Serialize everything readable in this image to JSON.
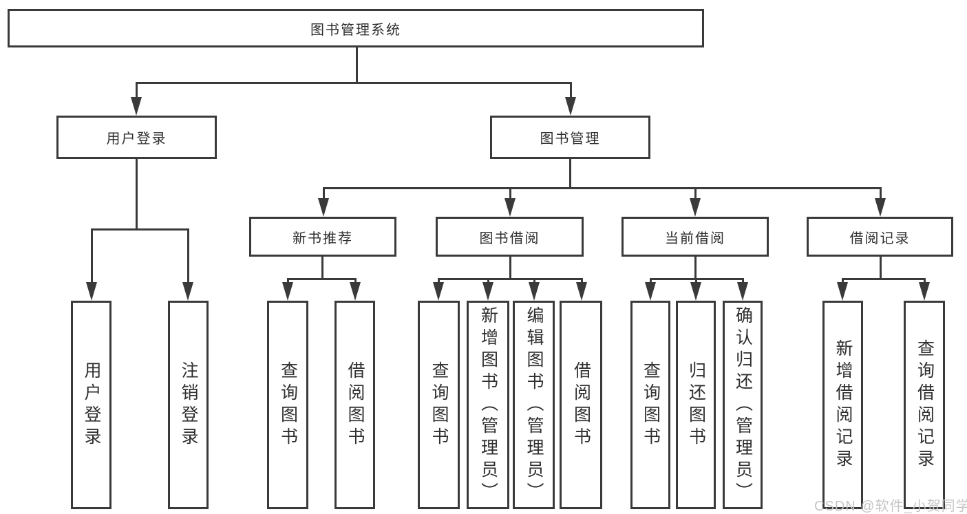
{
  "nodes": {
    "root": "图书管理系统",
    "user_login": "用户登录",
    "book_mgmt": "图书管理",
    "new_book_rec": "新书推荐",
    "book_borrow": "图书借阅",
    "current_borrow": "当前借阅",
    "borrow_records": "借阅记录",
    "ul_login": "用户登录",
    "ul_logout": "注销登录",
    "nb_query": "查询图书",
    "nb_borrow": "借阅图书",
    "bb_query": "查询图书",
    "bb_add": "新增图书（管理员）",
    "bb_edit": "编辑图书（管理员）",
    "bb_borrow": "借阅图书",
    "cb_query": "查询图书",
    "cb_return": "归还图书",
    "cb_confirm": "确认归还（管理员）",
    "br_add": "新增借阅记录",
    "br_query": "查询借阅记录"
  },
  "watermark": "CSDN @软件_小贺同学",
  "colors": {
    "line": "#3a3a3a",
    "text": "#2f2f2f",
    "watermark": "#c6c6c6"
  }
}
